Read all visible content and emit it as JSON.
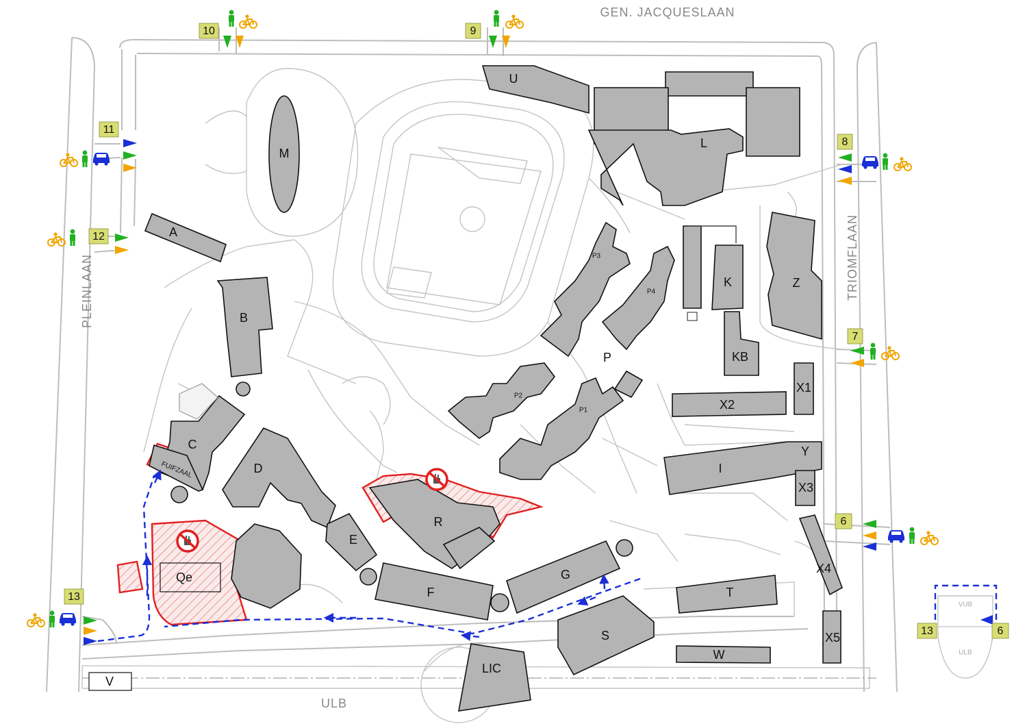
{
  "streets": {
    "north": "GEN. JACQUESLAAN",
    "west": "PLEINLAAN",
    "east": "TRIOMFLAAN",
    "south": "ULB"
  },
  "buildings": {
    "U": "U",
    "M": "M",
    "L": "L",
    "A": "A",
    "B": "B",
    "C": "C",
    "fuifzaal": "FUIFZAAL",
    "D": "D",
    "E": "E",
    "F": "F",
    "G": "G",
    "R": "R",
    "Qe": "Qe",
    "S": "S",
    "T": "T",
    "W": "W",
    "LIC": "LIC",
    "V": "V",
    "P": "P",
    "P1": "P1",
    "P2": "P2",
    "P3": "P3",
    "P4": "P4",
    "K": "K",
    "KB": "KB",
    "Z": "Z",
    "X1": "X1",
    "X2": "X2",
    "I": "I",
    "Y": "Y",
    "X3": "X3",
    "X4": "X4",
    "X5": "X5"
  },
  "gates": {
    "g6": "6",
    "g7": "7",
    "g8": "8",
    "g9": "9",
    "g10": "10",
    "g11": "11",
    "g12": "12",
    "g13": "13"
  },
  "inset": {
    "vub": "VUB",
    "ulb": "ULB",
    "gate_left": "13",
    "gate_right": "6"
  },
  "legend_colors": {
    "pedestrian": "#22b022",
    "bicycle": "#f0a500",
    "car": "#1a2fd6",
    "building": "#b4b4b4",
    "no_access": "#e02020",
    "gate_label": "#d8dd73"
  },
  "gate_access": {
    "g6": [
      "car",
      "pedestrian",
      "bicycle"
    ],
    "g7": [
      "pedestrian",
      "bicycle"
    ],
    "g8": [
      "car",
      "pedestrian",
      "bicycle"
    ],
    "g9": [
      "pedestrian",
      "bicycle"
    ],
    "g10": [
      "pedestrian",
      "bicycle"
    ],
    "g11": [
      "bicycle",
      "pedestrian",
      "car"
    ],
    "g12": [
      "bicycle",
      "pedestrian"
    ],
    "g13": [
      "bicycle",
      "pedestrian",
      "car"
    ]
  }
}
